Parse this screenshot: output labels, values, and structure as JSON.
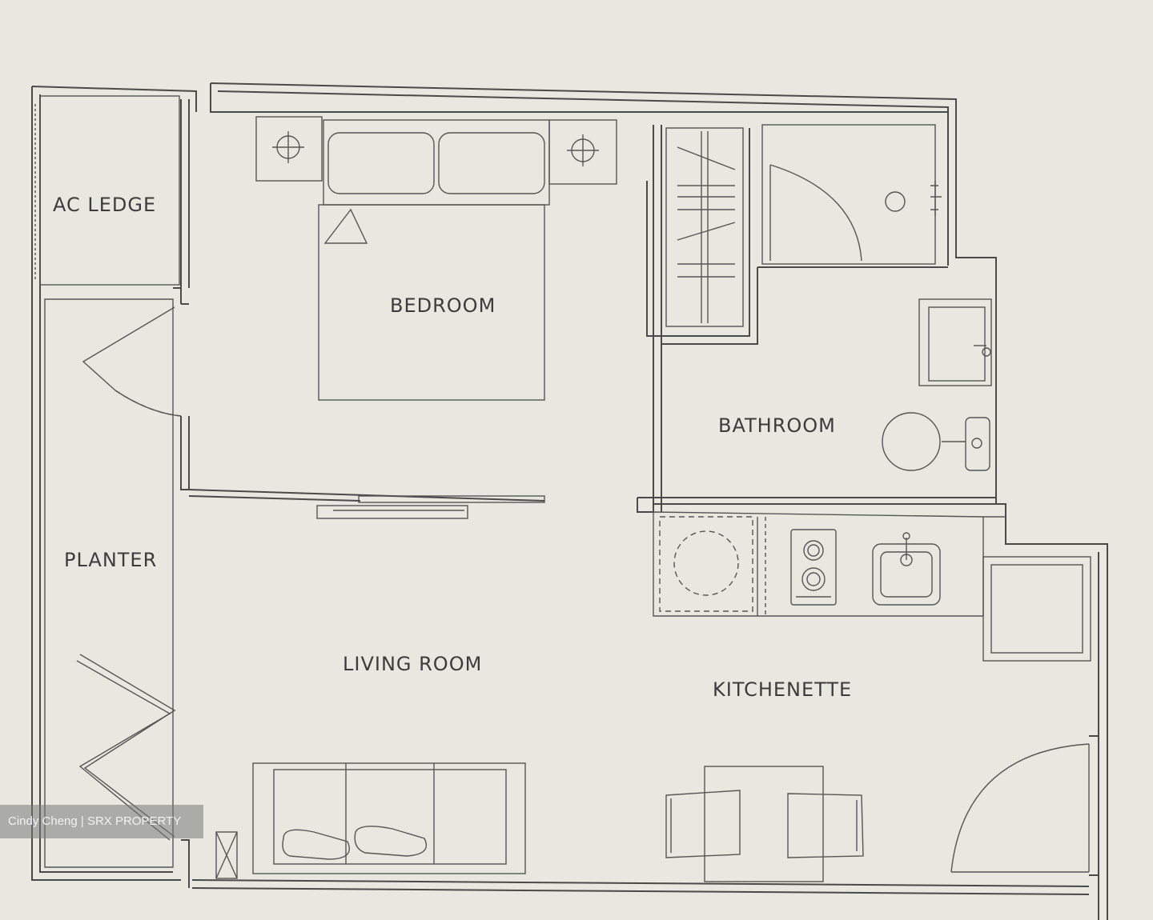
{
  "rooms": {
    "ac_ledge": "AC LEDGE",
    "bedroom": "BEDROOM",
    "bathroom": "BATHROOM",
    "planter": "PLANTER",
    "living_room": "LIVING ROOM",
    "kitchenette": "KITCHENETTE"
  },
  "watermark": "Cindy Cheng | SRX PROPERTY",
  "colors": {
    "background": "#e8e8e0",
    "line": "#4a4a4a"
  }
}
